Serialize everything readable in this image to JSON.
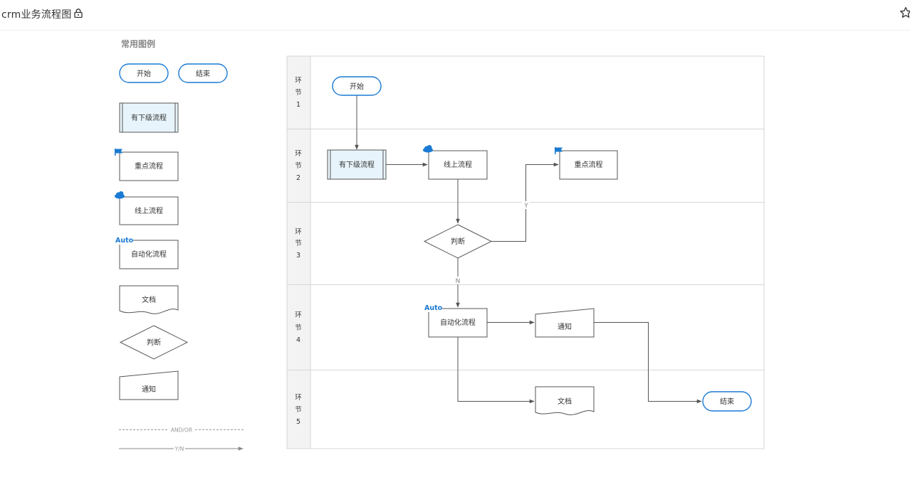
{
  "header": {
    "title": "crm业务流程图"
  },
  "icons": {
    "lock": "lock-icon",
    "star": "star-outline-icon",
    "flag": "flag-icon",
    "cloud": "cloud-icon"
  },
  "colors": {
    "accent": "#1a7ad4",
    "lane_header": "#f3f3f3",
    "sub_process_fill": "#e8f4fb",
    "line": "#555555"
  },
  "legend": {
    "title": "常用图例",
    "start": "开始",
    "end": "结束",
    "subprocess": "有下级流程",
    "key_process": "重点流程",
    "online_process": "线上流程",
    "auto_tag": "Auto",
    "auto_process": "自动化流程",
    "document": "文档",
    "decision": "判断",
    "notice": "通知",
    "and_or_line": "AND/OR",
    "yn_line": "Y/N"
  },
  "lanes": [
    {
      "chars": [
        "环",
        "节",
        "1"
      ]
    },
    {
      "chars": [
        "环",
        "节",
        "2"
      ]
    },
    {
      "chars": [
        "环",
        "节",
        "3"
      ]
    },
    {
      "chars": [
        "环",
        "节",
        "4"
      ]
    },
    {
      "chars": [
        "环",
        "节",
        "5"
      ]
    }
  ],
  "flow": {
    "start": "开始",
    "subprocess": "有下级流程",
    "online": "线上流程",
    "key": "重点流程",
    "decision": "判断",
    "yes_label": "Y",
    "no_label": "N",
    "auto_tag": "Auto",
    "auto": "自动化流程",
    "notice": "通知",
    "document": "文档",
    "end": "结束"
  }
}
